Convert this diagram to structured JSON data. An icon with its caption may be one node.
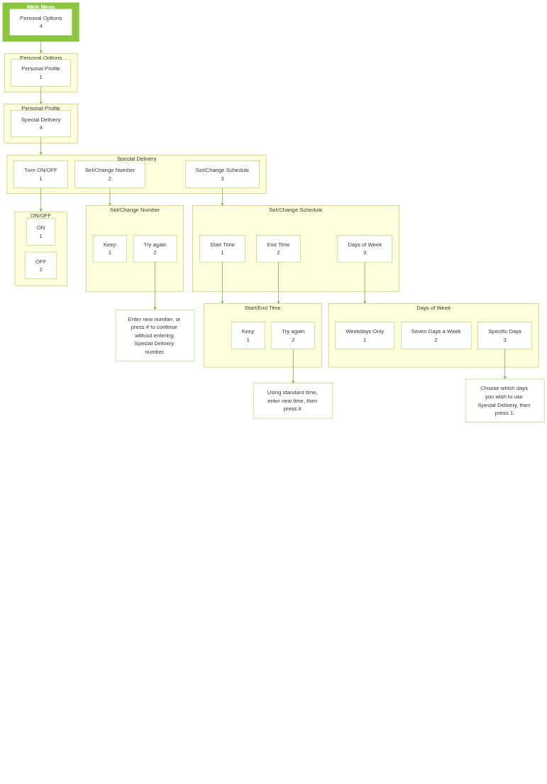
{
  "diagram": {
    "nodes": [
      {
        "text": [
          "Main Menu"
        ]
      },
      {
        "text": [
          "Personal Options",
          "4"
        ],
        "in": 0
      },
      {
        "text": [
          "Personal Options"
        ]
      },
      {
        "text": [
          "Personal Profile",
          "1"
        ],
        "in": 2
      },
      {
        "text": [
          "Personal Profile"
        ]
      },
      {
        "text": [
          "Special Delivery",
          "4"
        ],
        "in": 4
      },
      {
        "text": [
          "Special Delivery"
        ]
      },
      {
        "text": [
          "Turn ON/OFF",
          "1"
        ],
        "in": 6
      },
      {
        "text": [
          "Set/Change Number",
          "2"
        ],
        "in": 6
      },
      {
        "text": [
          "Set/Change Schedule",
          "3"
        ],
        "in": 6
      },
      {
        "text": [
          "ON/OFF"
        ]
      },
      {
        "text": [
          "ON",
          "1"
        ],
        "in": 10
      },
      {
        "text": [
          "OFF",
          "2"
        ],
        "in": 10
      },
      {
        "text": [
          "Set/Change Number"
        ]
      },
      {
        "text": [
          "Keep",
          "1"
        ],
        "in": 13
      },
      {
        "text": [
          "Try again",
          "2"
        ],
        "in": 13
      },
      {
        "text": [
          "Set/Change Schedule"
        ]
      },
      {
        "text": [
          "Start Time",
          "1"
        ],
        "in": 16
      },
      {
        "text": [
          "End Time",
          "2"
        ],
        "in": 16
      },
      {
        "text": [
          "Days of Week",
          "3"
        ],
        "in": 16
      },
      {
        "text": [
          "Enter new number, or press # to continue without entering Special Delivery number."
        ]
      },
      {
        "text": [
          "Start/End Time"
        ]
      },
      {
        "text": [
          "Keep",
          "1"
        ],
        "in": 21
      },
      {
        "text": [
          "Try again",
          "2"
        ],
        "in": 21
      },
      {
        "text": [
          "Days of Week"
        ]
      },
      {
        "text": [
          "Weekdays Only",
          "1"
        ],
        "in": 24
      },
      {
        "text": [
          "Seven Days a Week",
          "2"
        ],
        "in": 24
      },
      {
        "text": [
          "Specific Days",
          "3"
        ],
        "in": 24
      },
      {
        "text": [
          "Using standard time, enter new time, then press #."
        ]
      },
      {
        "text": [
          "Choose which days you wish to use Special Delivery, then press 1."
        ]
      }
    ],
    "edges": [
      {
        "from": 1,
        "to": 2,
        "arrow": "to"
      },
      {
        "from": 3,
        "to": 4,
        "arrow": "to"
      },
      {
        "from": 5,
        "to": 6,
        "arrow": "to"
      },
      {
        "from": 7,
        "to": 10,
        "arrow": "to"
      },
      {
        "from": 8,
        "to": 13,
        "arrow": "to"
      },
      {
        "from": 9,
        "to": 16,
        "arrow": "to"
      },
      {
        "from": 15,
        "to": 20,
        "arrow": "to"
      },
      {
        "from": 17,
        "to": 21,
        "arrow": "to"
      },
      {
        "from": 18,
        "to": 21,
        "arrow": "to"
      },
      {
        "from": 19,
        "to": 24,
        "arrow": "to"
      },
      {
        "from": 23,
        "to": 28,
        "arrow": "to"
      },
      {
        "from": 27,
        "to": 29,
        "arrow": "to"
      }
    ]
  }
}
